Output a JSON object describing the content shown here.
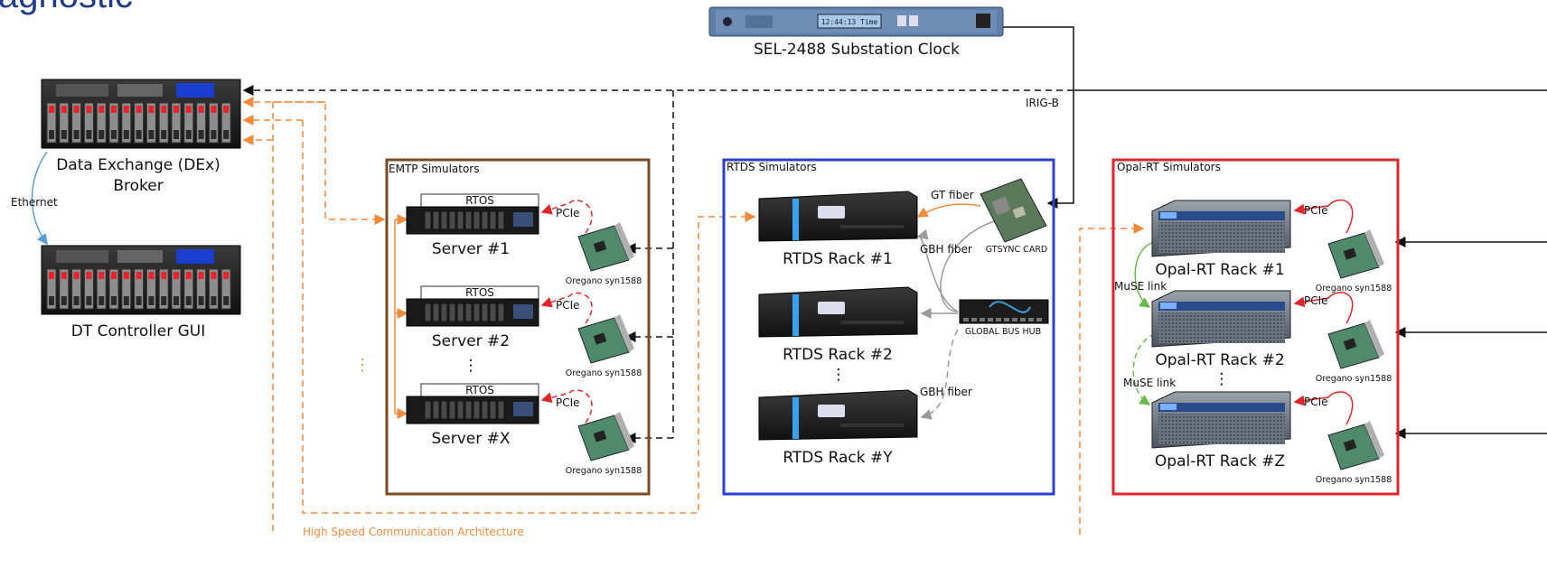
{
  "page": {
    "title_partial": "agnostic"
  },
  "clock": {
    "label": "SEL-2488 Substation Clock",
    "display": "12:44:13  Time",
    "signal": "IRIG-B"
  },
  "dex": {
    "label_line1": "Data Exchange (DEx)",
    "label_line2": "Broker",
    "link": "Ethernet"
  },
  "gui": {
    "label": "DT Controller GUI"
  },
  "emtp": {
    "group_label": "EMTP Simulators",
    "servers": [
      {
        "label": "Server #1",
        "top_label": "RTOS"
      },
      {
        "label": "Server #2",
        "top_label": "RTOS"
      },
      {
        "label": "Server #X",
        "top_label": "RTOS"
      }
    ],
    "pcie": "PCIe",
    "card": "Oregano syn1588",
    "ellipsis": "⋮"
  },
  "rtds": {
    "group_label": "RTDS Simulators",
    "racks": [
      "RTDS Rack #1",
      "RTDS Rack #2",
      "RTDS Rack #Y"
    ],
    "gt_fiber": "GT fiber",
    "gbh_fiber_1": "GBH fiber",
    "gbh_fiber_2": "GBH fiber",
    "gtsync_card": "GTSYNC CARD",
    "global_bus_hub": "GLOBAL BUS HUB",
    "ellipsis": "⋮"
  },
  "opal": {
    "group_label": "Opal-RT Simulators",
    "racks": [
      "Opal-RT Rack #1",
      "Opal-RT Rack #2",
      "Opal-RT Rack #Z"
    ],
    "pcie": "PCIe",
    "card": "Oregano syn1588",
    "muse_1": "MuSE link",
    "muse_2": "MuSE link",
    "ellipsis": "⋮"
  },
  "network": {
    "label": "High Speed Communication Architecture",
    "ellipsis": "⋮"
  },
  "colors": {
    "emtp_border": "#7a4a22",
    "rtds_border": "#2b3fd1",
    "opal_border": "#e0262b",
    "hsca_orange": "#f08a3c",
    "pcie_red": "#e0262b",
    "muse_green": "#6bb84a",
    "eth_blue": "#5b9bd5"
  }
}
